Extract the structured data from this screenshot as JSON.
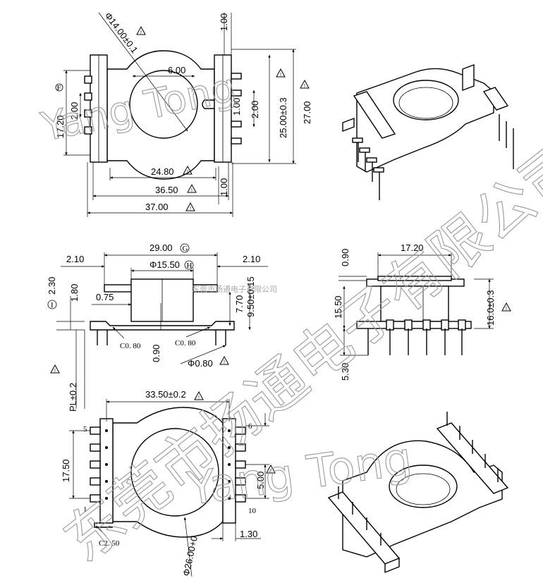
{
  "top_view": {
    "dia_core": "Φ14.00±0.1",
    "top_gap": "1.00",
    "slot_w": "6.00",
    "height_a": "17.20",
    "height_a_mark": "F",
    "pitch_left": "2.00",
    "gap_right": "1.00",
    "pitch_right": "2.00",
    "height_b": "25.00±0.3",
    "height_c": "27.00",
    "width_a": "24.80",
    "width_b": "36.50",
    "width_c": "37.00",
    "bottom_gap": "1.00"
  },
  "front_view": {
    "width_top": "29.00",
    "width_top_mark": "G",
    "dia_tube": "Φ15.50",
    "dia_tube_mark": "H",
    "side_left": "2.10",
    "side_right": "2.10",
    "flange_t": "2.30",
    "flange_t_mark": "I",
    "step_h": "1.80",
    "inner_t": "0.75",
    "mid_h": "7.70",
    "total_h": "9.50±0.15",
    "chamfer_l": "C0. 80",
    "chamfer_r": "C0. 80",
    "pin_offset": "0.90",
    "pin_dia": "Φ0.80",
    "pin_len": "PL±0.2"
  },
  "side_view": {
    "top_t": "0.90",
    "width": "17.20",
    "height_a": "15.50",
    "height_b": "16.0±0.3",
    "pin_len": "5.30"
  },
  "bottom_view": {
    "pin_span": "33.50±0.2",
    "pin_pitch_l": "17.50",
    "pin_pitch_r": "5.00",
    "pin_nums": [
      "5",
      "1",
      "6",
      "10"
    ],
    "chamfer": "C2. 50",
    "gap": "1.30",
    "dia_flange": "Φ26.00+0"
  },
  "watermark": {
    "brand": "Yang Tong",
    "company": "东莞市扬通电子有限公司",
    "company_small": "东莞市扬通电子有限公司"
  }
}
